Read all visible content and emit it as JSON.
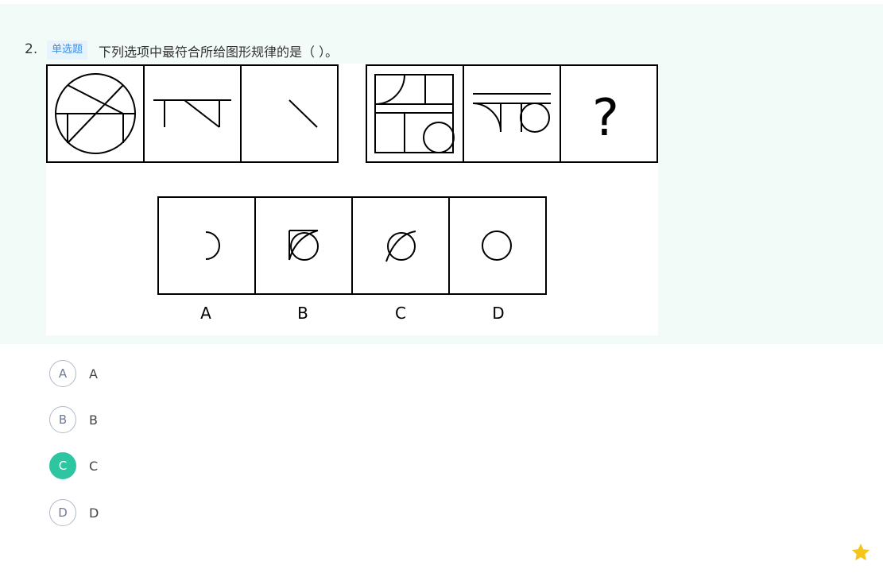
{
  "question": {
    "number": "2.",
    "type_tag": "单选题",
    "text": "下列选项中最符合所给图形规律的是（ ）。"
  },
  "figure": {
    "question_mark": "?",
    "option_labels": [
      "A",
      "B",
      "C",
      "D"
    ]
  },
  "options": [
    {
      "letter": "A",
      "text": "A",
      "selected": false
    },
    {
      "letter": "B",
      "text": "B",
      "selected": false
    },
    {
      "letter": "C",
      "text": "C",
      "selected": true
    },
    {
      "letter": "D",
      "text": "D",
      "selected": false
    }
  ],
  "colors": {
    "panel_bg": "#f2fbf8",
    "selected": "#2ec6a1",
    "tag_text": "#3d8fe0",
    "star": "#f5c518"
  },
  "icons": {
    "favorite": "star-icon"
  }
}
